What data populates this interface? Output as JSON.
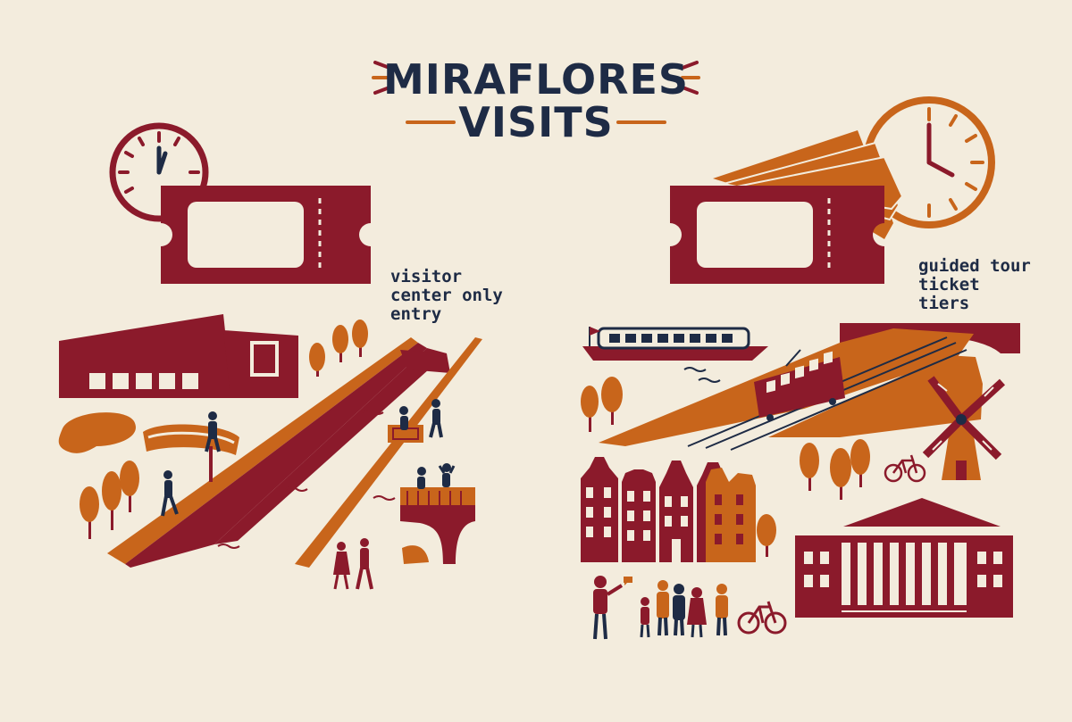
{
  "title": {
    "line1": "MIRAFLORES",
    "line2": "VISITS"
  },
  "left_panel": {
    "label": "visitor center only entry"
  },
  "right_panel": {
    "label": "guided tour ticket tiers"
  },
  "colors": {
    "background": "#f3ecdd",
    "maroon": "#8b1a2b",
    "orange": "#c8651b",
    "navy": "#1e2b45",
    "cream": "#f3ecdd"
  }
}
